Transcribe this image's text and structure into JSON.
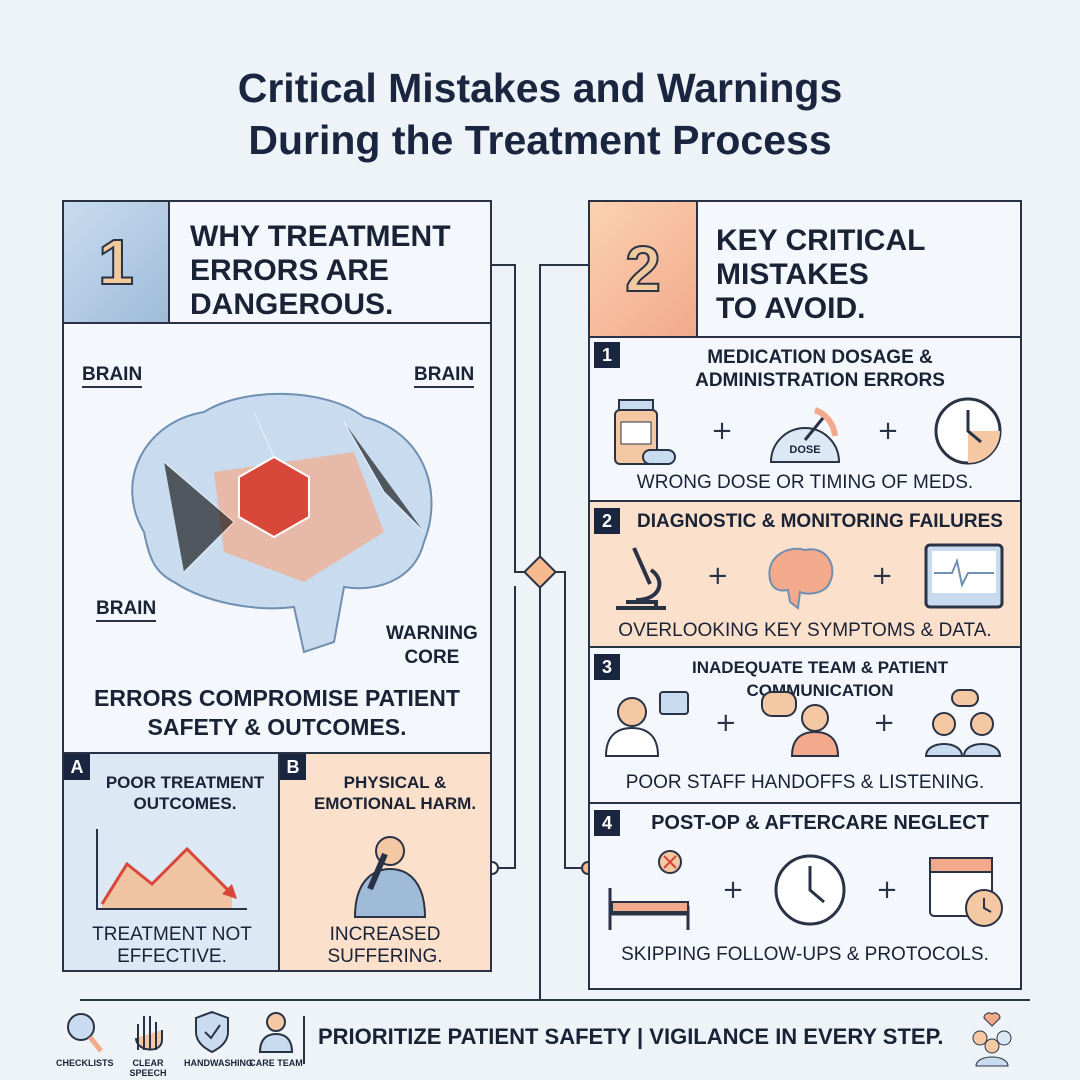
{
  "title": {
    "line1": "Critical Mistakes and Warnings",
    "line2": "During the Treatment Process"
  },
  "colors": {
    "navy": "#1a2540",
    "peach": "#f5c8a4",
    "blue": "#c9dcef",
    "red": "#d9473a"
  },
  "section1": {
    "number": "1",
    "heading": [
      "WHY TREATMENT",
      "ERRORS ARE",
      "DANGEROUS."
    ],
    "labels": {
      "top_left": "BRAIN",
      "top_right": "BRAIN",
      "bottom_left": "BRAIN",
      "warning": [
        "WARNING",
        "CORE"
      ]
    },
    "summary": [
      "ERRORS COMPROMISE PATIENT",
      "SAFETY & OUTCOMES."
    ],
    "a": {
      "tag": "A",
      "title": [
        "POOR TREATMENT",
        "OUTCOMES."
      ],
      "caption": [
        "TREATMENT NOT",
        "EFFECTIVE."
      ]
    },
    "b": {
      "tag": "B",
      "title": [
        "PHYSICAL &",
        "EMOTIONAL HARM."
      ],
      "caption": [
        "INCREASED",
        "SUFFERING."
      ]
    }
  },
  "section2": {
    "number": "2",
    "heading": [
      "KEY CRITICAL",
      "MISTAKES",
      "TO AVOID."
    ],
    "items": [
      {
        "num": "1",
        "title": [
          "MEDICATION DOSAGE &",
          "ADMINISTRATION ERRORS"
        ],
        "icons": [
          "pill-bottle-icon",
          "dose-gauge-icon",
          "clock-icon"
        ],
        "gauge_label": "DOSE",
        "caption": "WRONG DOSE OR TIMING OF MEDS."
      },
      {
        "num": "2",
        "title": [
          "DIAGNOSTIC & MONITORING FAILURES"
        ],
        "icons": [
          "microscope-icon",
          "brain-icon",
          "monitor-icon"
        ],
        "caption": "OVERLOOKING KEY SYMPTOMS & DATA."
      },
      {
        "num": "3",
        "title": [
          "INADEQUATE TEAM & PATIENT COMMUNICATION"
        ],
        "icons": [
          "doctor-icon",
          "patient-icon",
          "team-icon"
        ],
        "caption": "POOR STAFF HANDOFFS & LISTENING."
      },
      {
        "num": "4",
        "title": [
          "POST-OP & AFTERCARE NEGLECT"
        ],
        "icons": [
          "hospital-bed-icon",
          "clock-icon",
          "calendar-icon"
        ],
        "caption": "SKIPPING FOLLOW-UPS & PROTOCOLS."
      }
    ],
    "plus": "+"
  },
  "footer": {
    "icons": [
      {
        "name": "magnifier-icon",
        "label": "CHECKLISTS"
      },
      {
        "name": "hand-icon",
        "label": "CLEAR SPEECH"
      },
      {
        "name": "shield-icon",
        "label": "HANDWASHING"
      },
      {
        "name": "doctor-icon",
        "label": "CARE TEAM"
      }
    ],
    "slogan": "PRIORITIZE PATIENT SAFETY | VIGILANCE IN EVERY STEP."
  }
}
